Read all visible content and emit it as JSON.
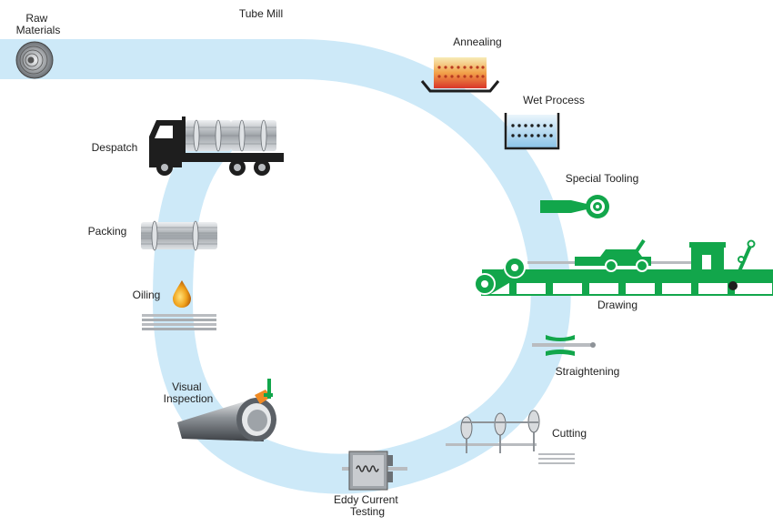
{
  "stages": {
    "raw_materials": {
      "lines": [
        "Raw",
        "Materials"
      ],
      "icon": "coil-icon"
    },
    "tube_mill": {
      "label": "Tube Mill"
    },
    "annealing": {
      "label": "Annealing",
      "icon": "furnace-icon"
    },
    "wet_process": {
      "label": "Wet Process",
      "icon": "tank-icon"
    },
    "special_tooling": {
      "label": "Special Tooling",
      "icon": "tooling-icon"
    },
    "drawing": {
      "label": "Drawing",
      "icon": "draw-bench-icon"
    },
    "straightening": {
      "label": "Straightening",
      "icon": "straightener-icon"
    },
    "cutting": {
      "label": "Cutting",
      "icon": "saw-blade-icon"
    },
    "eddy_current_testing": {
      "lines": [
        "Eddy Current",
        "Testing"
      ],
      "icon": "eddy-tester-icon"
    },
    "visual_inspection": {
      "lines": [
        "Visual",
        "Inspection"
      ],
      "icon": "tube-inspection-icon"
    },
    "oiling": {
      "label": "Oiling",
      "icon": "oil-drop-icon"
    },
    "packing": {
      "label": "Packing",
      "icon": "tube-bundle-icon"
    },
    "despatch": {
      "label": "Despatch",
      "icon": "truck-icon"
    }
  },
  "colors": {
    "path": "#cde9f8",
    "accent_green": "#12a64b",
    "dark": "#1e1e1e",
    "steel": "#b9bcc0"
  }
}
